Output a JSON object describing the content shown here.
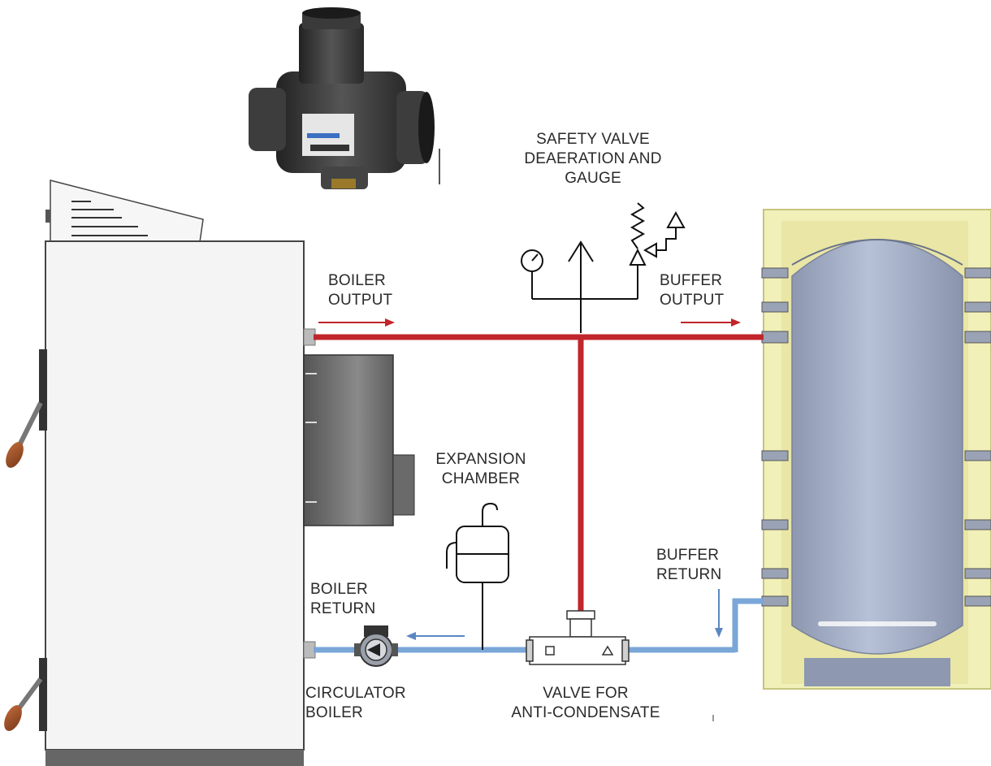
{
  "labels": {
    "safety_valve": [
      "SAFETY VALVE",
      "DEAERATION AND",
      "GAUGE"
    ],
    "boiler_output": [
      "BOILER",
      "OUTPUT"
    ],
    "buffer_output": [
      "BUFFER",
      "OUTPUT"
    ],
    "expansion_chamber": [
      "EXPANSION",
      "CHAMBER"
    ],
    "buffer_return": [
      "BUFFER",
      "RETURN"
    ],
    "boiler_return": [
      "BOILER",
      "RETURN"
    ],
    "circulator_boiler": [
      "CIRCULATOR",
      "BOILER"
    ],
    "anti_condensate_valve": [
      "VALVE FOR",
      "ANTI-CONDENSATE"
    ]
  },
  "colors": {
    "hot_pipe": "#c0262b",
    "cold_pipe": "#7aa6d8",
    "boiler_body": "#f2f2f2",
    "burner": "#6b6b6b",
    "tank": "#a7b1c7",
    "tank_insulation": "#f1f0b8",
    "valve_body": "#3a3a3a"
  },
  "icons": [
    "three-way-valve-photo",
    "pressure-gauge-icon",
    "air-vent-arrow-icon",
    "safety-valve-icon",
    "expansion-vessel-icon",
    "circulator-pump-icon",
    "anti-condensate-valve-icon"
  ]
}
